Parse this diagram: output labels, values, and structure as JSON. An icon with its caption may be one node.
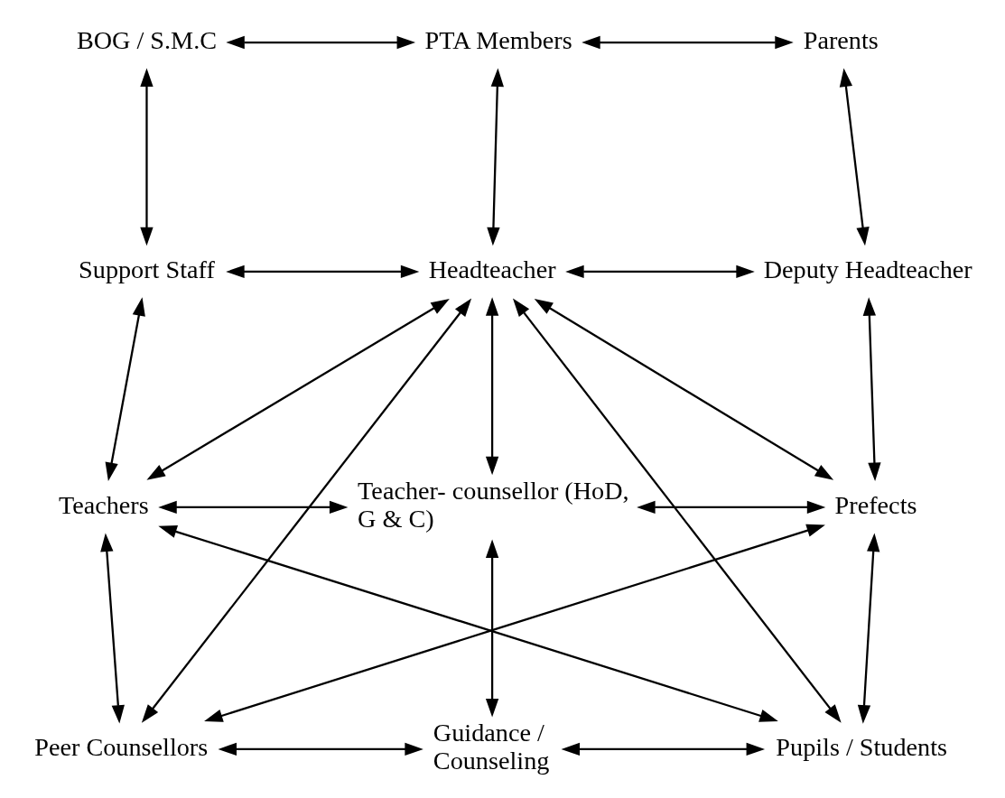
{
  "diagram": {
    "nodes": [
      {
        "text": [
          "BOG / S.M.C"
        ]
      },
      {
        "text": [
          "PTA Members"
        ]
      },
      {
        "text": [
          "Parents"
        ]
      },
      {
        "text": [
          "Support Staff"
        ]
      },
      {
        "text": [
          "Headteacher"
        ]
      },
      {
        "text": [
          "Deputy Headteacher"
        ]
      },
      {
        "text": [
          "Teachers"
        ]
      },
      {
        "text": [
          "Teacher- counsellor (HoD, G & C)"
        ]
      },
      {
        "text": [
          "Prefects"
        ]
      },
      {
        "text": [
          "Peer Counsellors"
        ]
      },
      {
        "text": [
          "Guidance / Counseling"
        ]
      },
      {
        "text": [
          "Pupils / Students"
        ]
      }
    ],
    "edges": [
      {
        "from": 0,
        "to": 1,
        "arrow": "both"
      },
      {
        "from": 1,
        "to": 2,
        "arrow": "both"
      },
      {
        "from": 0,
        "to": 3,
        "arrow": "both"
      },
      {
        "from": 1,
        "to": 4,
        "arrow": "both"
      },
      {
        "from": 2,
        "to": 5,
        "arrow": "both"
      },
      {
        "from": 3,
        "to": 4,
        "arrow": "both"
      },
      {
        "from": 4,
        "to": 5,
        "arrow": "both"
      },
      {
        "from": 3,
        "to": 6,
        "arrow": "both"
      },
      {
        "from": 4,
        "to": 6,
        "arrow": "both"
      },
      {
        "from": 4,
        "to": 9,
        "arrow": "both"
      },
      {
        "from": 4,
        "to": 7,
        "arrow": "both"
      },
      {
        "from": 4,
        "to": 11,
        "arrow": "both"
      },
      {
        "from": 4,
        "to": 8,
        "arrow": "both"
      },
      {
        "from": 5,
        "to": 8,
        "arrow": "both"
      },
      {
        "from": 6,
        "to": 7,
        "arrow": "both"
      },
      {
        "from": 7,
        "to": 8,
        "arrow": "both"
      },
      {
        "from": 6,
        "to": 9,
        "arrow": "both"
      },
      {
        "from": 6,
        "to": 11,
        "arrow": "both"
      },
      {
        "from": 9,
        "to": 8,
        "arrow": "both"
      },
      {
        "from": 7,
        "to": 10,
        "arrow": "both"
      },
      {
        "from": 8,
        "to": 11,
        "arrow": "both"
      },
      {
        "from": 9,
        "to": 10,
        "arrow": "both"
      },
      {
        "from": 10,
        "to": 11,
        "arrow": "both"
      }
    ]
  }
}
